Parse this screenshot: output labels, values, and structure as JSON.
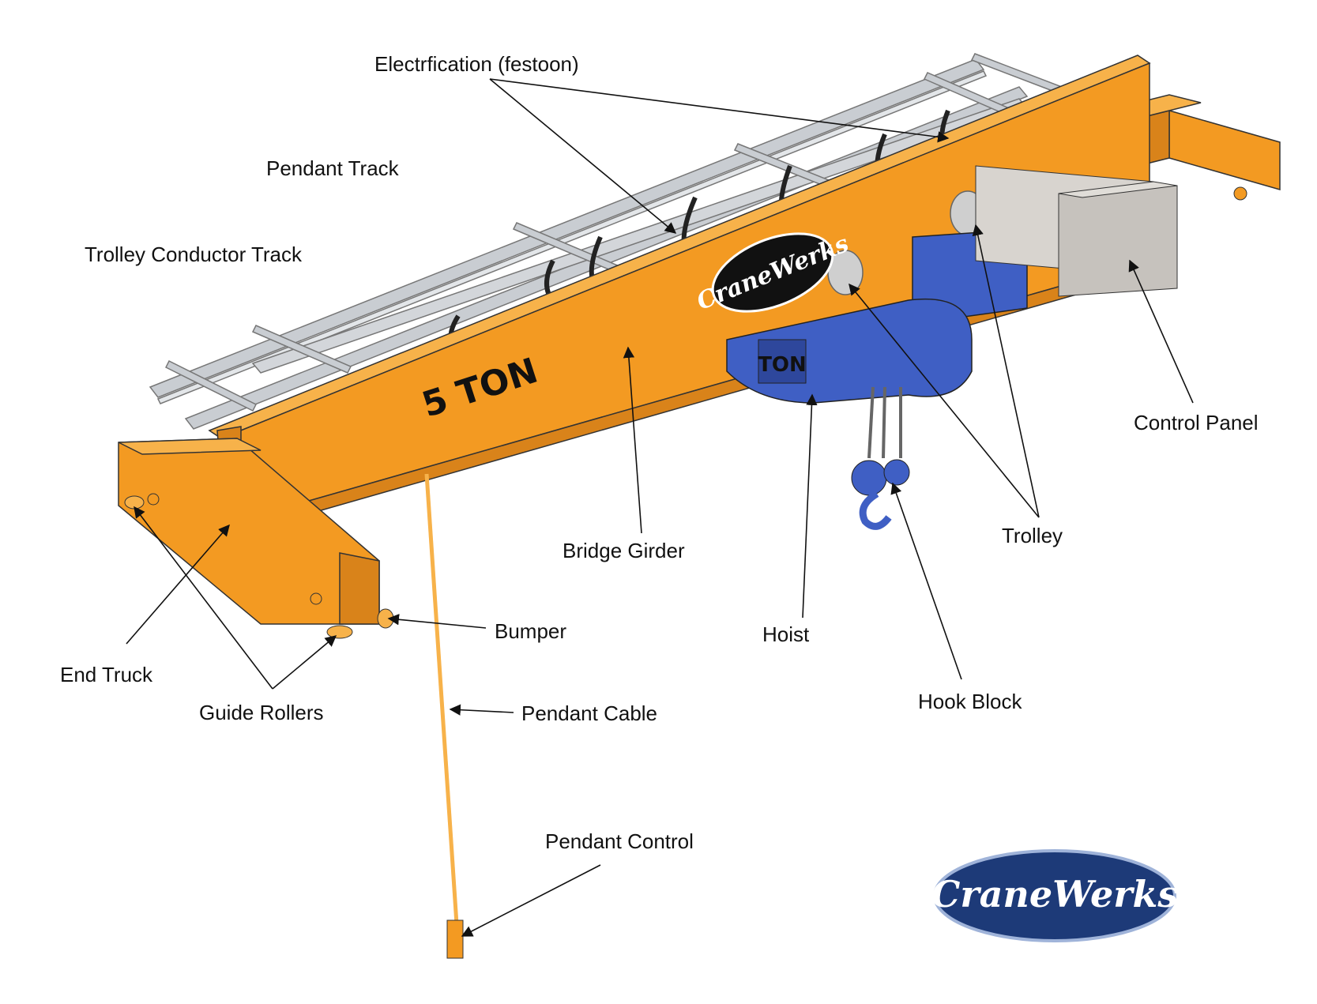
{
  "diagram": {
    "brand": "CraneWerks",
    "capacity_label": "5 TON",
    "hoist_plate": "TON",
    "colors": {
      "girder": "#f39a22",
      "girder_dark": "#d9831a",
      "hoist": "#3f5fc4",
      "hoist_dark": "#2e479c",
      "track": "#c9cdd2",
      "panel": "#c6c2bd",
      "logo_navy": "#1d3a78",
      "line": "#111111"
    },
    "labels": {
      "electrification": "Electrfication (festoon)",
      "pendant_track": "Pendant Track",
      "trolley_conductor_track": "Trolley Conductor Track",
      "control_panel": "Control Panel",
      "trolley": "Trolley",
      "bridge_girder": "Bridge Girder",
      "hoist": "Hoist",
      "hook_block": "Hook Block",
      "end_truck": "End Truck",
      "guide_rollers": "Guide Rollers",
      "bumper": "Bumper",
      "pendant_cable": "Pendant Cable",
      "pendant_control": "Pendant Control"
    }
  }
}
